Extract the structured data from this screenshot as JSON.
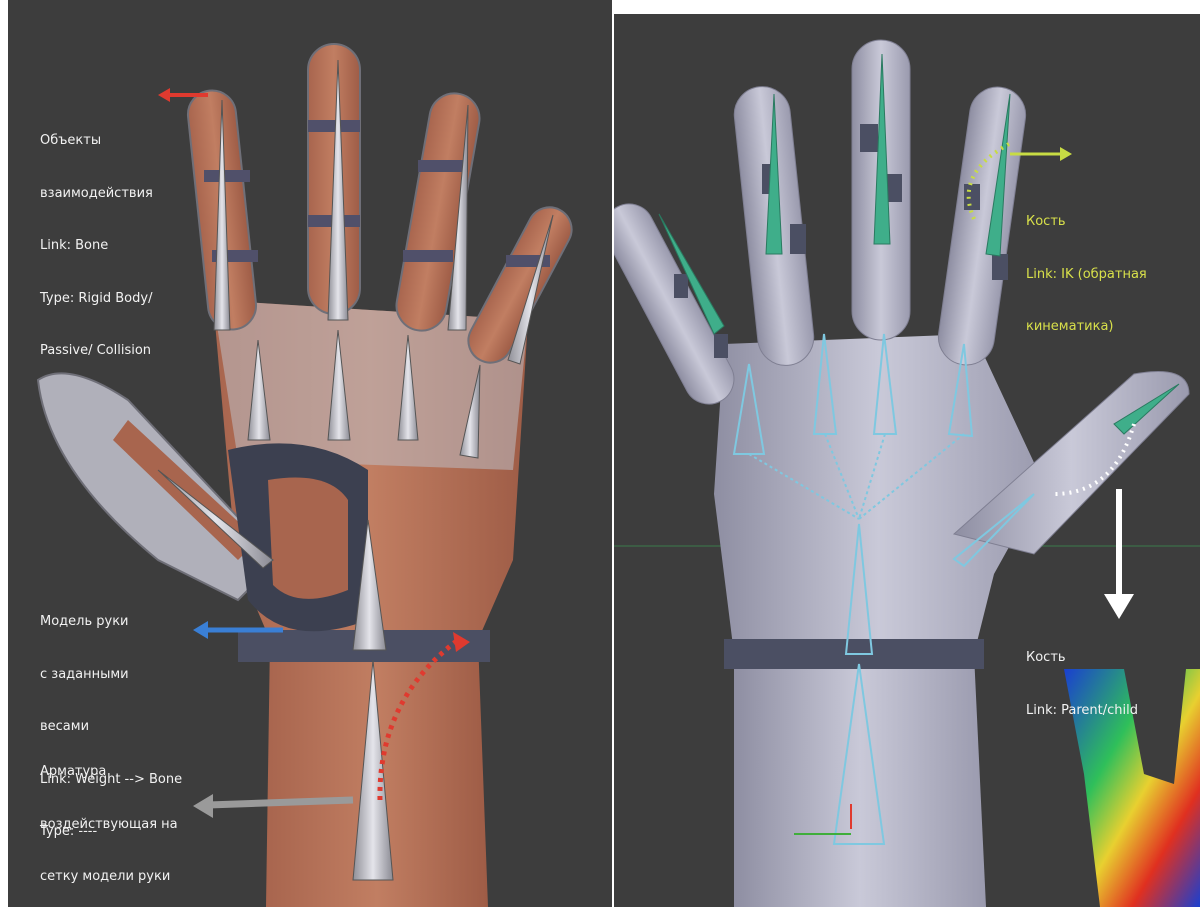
{
  "annotations": {
    "objects": [
      "Объекты",
      "взаимодействия",
      "Link: Bone",
      "Type: Rigid Body/",
      "Passive/ Collision"
    ],
    "model": [
      "Модель руки",
      "с заданными",
      "весами",
      "Link: Weight --> Bone",
      "Type: ----"
    ],
    "armature": [
      "Арматура",
      "воздействующая на",
      "сетку модели руки"
    ],
    "ik_bone": [
      "Кость",
      "Link: IK (обратная",
      "кинематика)"
    ],
    "parent_bone": [
      "Кость",
      "Link: Parent/child"
    ]
  },
  "colors": {
    "viewport_bg": "#3d3d3d",
    "annotation_text": "#f2f2f2",
    "ik_annotation_text": "#d8e04a",
    "arrow_red": "#e03a2f",
    "arrow_blue": "#3a7fd5",
    "arrow_gray": "#9a9a9a",
    "arrow_yellow": "#c8dc44",
    "skin": "#b8755c",
    "mesh": "#b9b9c9",
    "bone_green": "#3fae8a",
    "bone_cyan": "#7fc8e0"
  }
}
